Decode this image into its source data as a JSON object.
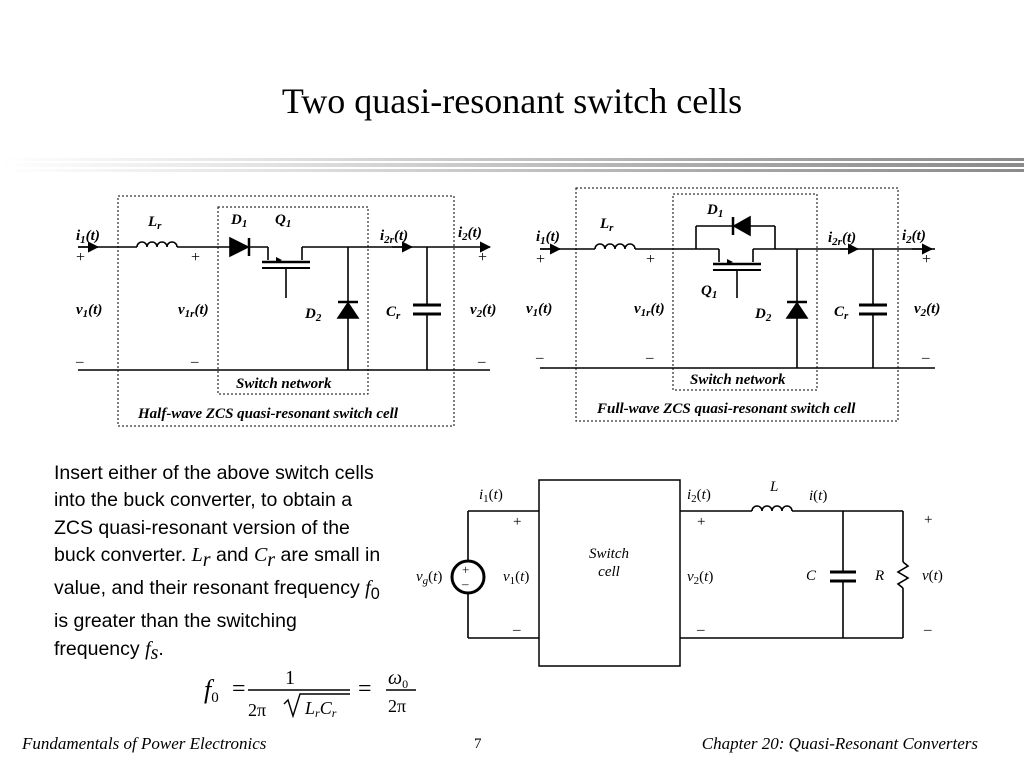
{
  "slide": {
    "title": "Two quasi-resonant switch cells",
    "body_parts": [
      "Insert either of the above switch cells into the buck converter, to obtain a ZCS quasi-resonant version of the buck converter. ",
      " and ",
      " are small in value, and their resonant frequency ",
      " is greater than the switching frequency ",
      "."
    ],
    "body_symbols": [
      "L",
      "r",
      "C",
      "r",
      "f",
      "0",
      "f",
      "s"
    ]
  },
  "half_wave": {
    "i1": "i",
    "i1_sub": "1",
    "i_arg": "(t)",
    "Lr": "L",
    "Lr_sub": "r",
    "D1": "D",
    "D1_sub": "1",
    "Q1": "Q",
    "Q1_sub": "1",
    "i2r": "i",
    "i2r_sub": "2r",
    "i2": "i",
    "i2_sub": "2",
    "v1": "v",
    "v1_sub": "1",
    "v1r": "v",
    "v1r_sub": "1r",
    "D2": "D",
    "D2_sub": "2",
    "Cr": "C",
    "Cr_sub": "r",
    "v2": "v",
    "v2_sub": "2",
    "plus": "+",
    "minus": "–",
    "network": "Switch network",
    "caption": "Half-wave ZCS quasi-resonant switch cell"
  },
  "full_wave": {
    "network": "Switch network",
    "caption": "Full-wave ZCS quasi-resonant switch cell"
  },
  "buck": {
    "cell_line1": "Switch",
    "cell_line2": "cell",
    "L": "L",
    "C": "C",
    "R": "R",
    "i": "i",
    "v": "v",
    "vg": "v",
    "vg_sub": "g",
    "src_plus": "+",
    "src_minus": "–"
  },
  "formula": {
    "lhs": "f",
    "lhs_sub": "0",
    "eq": "=",
    "num": "1",
    "den_2pi": "2π",
    "den_L": "L",
    "den_L_sub": "r",
    "den_C": "C",
    "den_C_sub": "r",
    "omega": "ω",
    "omega_sub": "0"
  },
  "footer": {
    "left": "Fundamentals of Power Electronics",
    "page": "7",
    "right": "Chapter 20:  Quasi-Resonant Converters"
  }
}
